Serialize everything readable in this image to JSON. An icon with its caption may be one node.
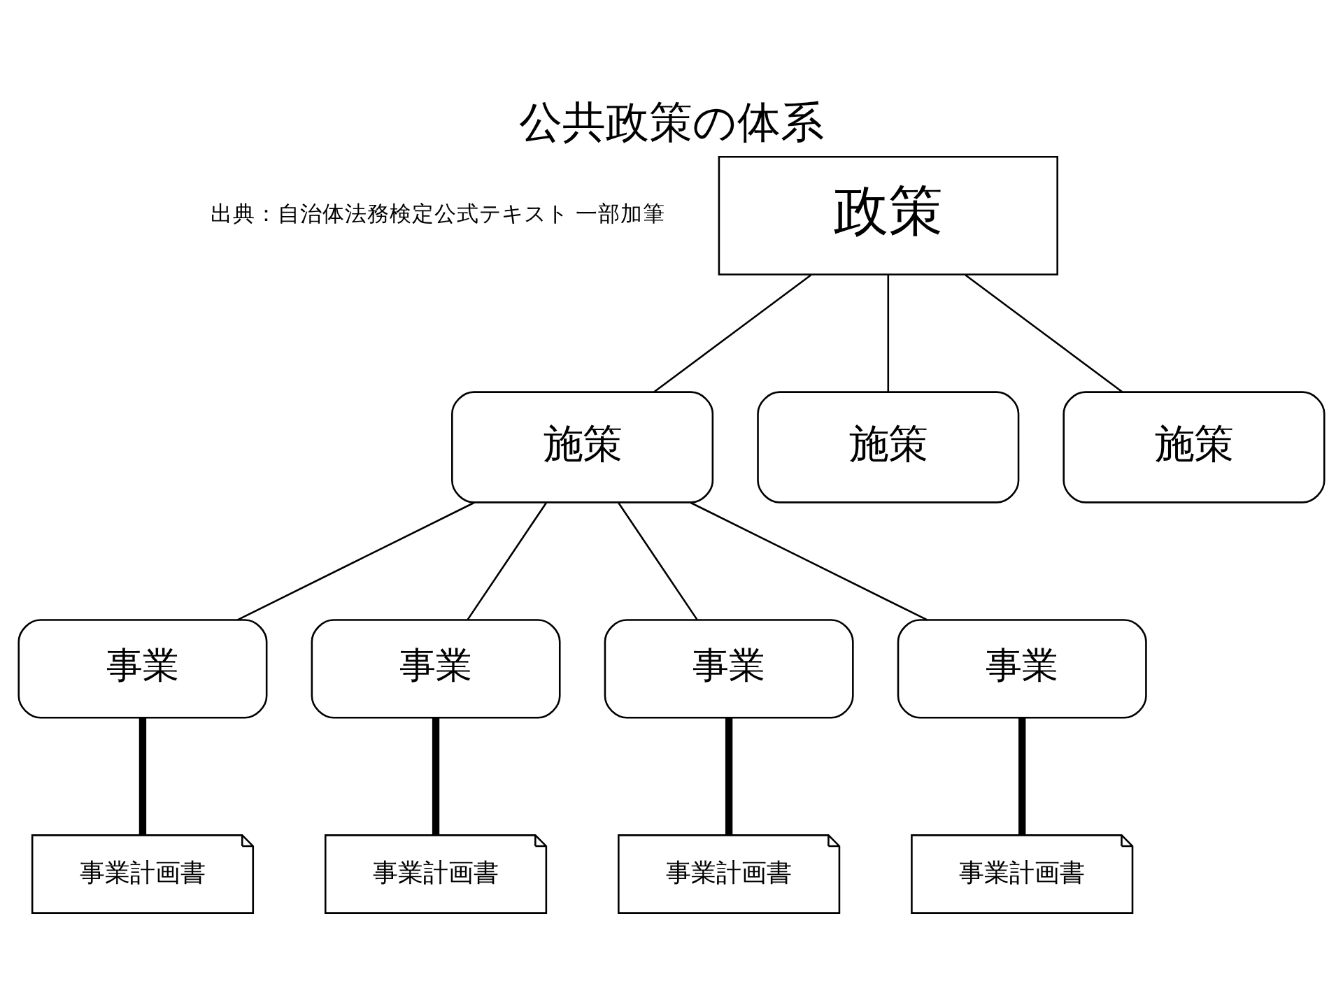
{
  "diagram": {
    "title": "公共政策の体系",
    "nodes": [
      {
        "text": [
          "政策"
        ]
      },
      {
        "text": [
          "施策"
        ]
      },
      {
        "text": [
          "施策"
        ]
      },
      {
        "text": [
          "施策"
        ]
      },
      {
        "text": [
          "事業"
        ]
      },
      {
        "text": [
          "事業"
        ]
      },
      {
        "text": [
          "事業"
        ]
      },
      {
        "text": [
          "事業"
        ]
      },
      {
        "text": [
          "事業計画書"
        ]
      },
      {
        "text": [
          "事業計画書"
        ]
      },
      {
        "text": [
          "事業計画書"
        ]
      },
      {
        "text": [
          "事業計画書"
        ]
      }
    ],
    "edges": [
      {
        "from": 0,
        "to": 1,
        "arrow": "none"
      },
      {
        "from": 0,
        "to": 2,
        "arrow": "none"
      },
      {
        "from": 0,
        "to": 3,
        "arrow": "none"
      },
      {
        "from": 1,
        "to": 4,
        "arrow": "none"
      },
      {
        "from": 1,
        "to": 5,
        "arrow": "none"
      },
      {
        "from": 1,
        "to": 6,
        "arrow": "none"
      },
      {
        "from": 1,
        "to": 7,
        "arrow": "none"
      },
      {
        "from": 4,
        "to": 8,
        "arrow": "none",
        "style": "thick"
      },
      {
        "from": 5,
        "to": 9,
        "arrow": "none",
        "style": "thick"
      },
      {
        "from": 6,
        "to": 10,
        "arrow": "none",
        "style": "thick"
      },
      {
        "from": 7,
        "to": 11,
        "arrow": "none",
        "style": "thick"
      }
    ],
    "labels": [
      "出典：自治体法務検定公式テキスト 一部加筆"
    ]
  }
}
